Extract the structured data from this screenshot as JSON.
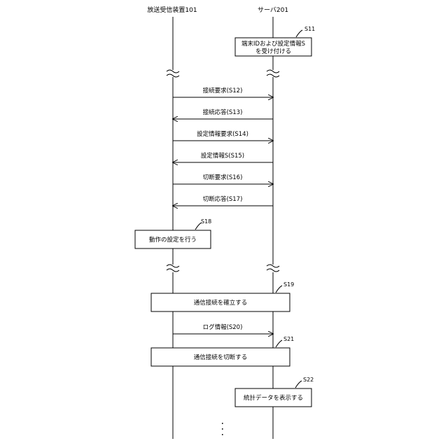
{
  "lifelines": {
    "device": "放送受信装置101",
    "server": "サーバ201"
  },
  "boxes": [
    {
      "id": "s11",
      "step": "S11",
      "line1": "端末IDおよび設定情報S",
      "line2": "を受け付ける"
    },
    {
      "id": "s18",
      "step": "S18",
      "line1": "動作の設定を行う"
    },
    {
      "id": "s19",
      "step": "S19",
      "line1": "通信接続を確立する"
    },
    {
      "id": "s21",
      "step": "S21",
      "line1": "通信接続を切断する"
    },
    {
      "id": "s22",
      "step": "S22",
      "line1": "統計データを表示する"
    }
  ],
  "messages": [
    {
      "id": "s12",
      "label": "接続要求(S12)",
      "direction": "to-server"
    },
    {
      "id": "s13",
      "label": "接続応答(S13)",
      "direction": "to-device"
    },
    {
      "id": "s14",
      "label": "設定情報要求(S14)",
      "direction": "to-server"
    },
    {
      "id": "s15",
      "label": "設定情報S(S15)",
      "direction": "to-device"
    },
    {
      "id": "s16",
      "label": "切断要求(S16)",
      "direction": "to-server"
    },
    {
      "id": "s17",
      "label": "切断応答(S17)",
      "direction": "to-device"
    },
    {
      "id": "s20",
      "label": "ログ情報(S20)",
      "direction": "to-server"
    }
  ]
}
